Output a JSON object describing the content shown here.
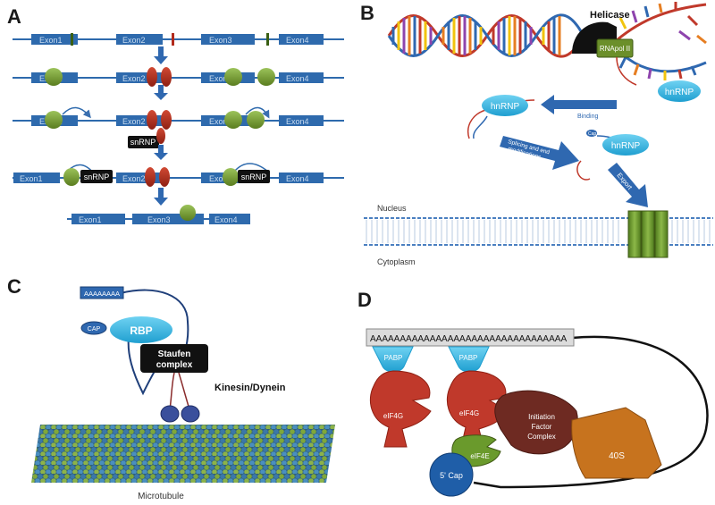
{
  "panels": {
    "a": {
      "letter": "A",
      "rows": [
        {
          "labels": [
            "Exon1",
            "Exon2",
            "Exon3",
            "Exon4"
          ]
        },
        {
          "labels": [
            "Exon1",
            "Exon2",
            "Exon3",
            "Exon4"
          ]
        },
        {
          "labels": [
            "Exon1",
            "Exon2",
            "Exon3",
            "Exon4"
          ]
        },
        {
          "labels": [
            "Exon1",
            "Exon2",
            "Exon3",
            "Exon4"
          ]
        },
        {
          "labels": [
            "Exon1",
            "Exon3",
            "Exon4"
          ]
        }
      ],
      "snrnp": "snRNP"
    },
    "b": {
      "letter": "B",
      "helicase": "Helicase",
      "rnapol": "RNApol II",
      "hnrnp": "hnRNP",
      "binding": "Binding",
      "splicing_line1": "Splicing and end",
      "splicing_line2": "modifications",
      "cap": "Cap",
      "export": "Export",
      "nucleus": "Nucleus",
      "cytoplasm": "Cytoplasm"
    },
    "c": {
      "letter": "C",
      "polya": "AAAAAAAA",
      "cap": "CAP",
      "rbp": "RBP",
      "staufen_line1": "Staufen",
      "staufen_line2": "complex",
      "motor": "Kinesin/Dynein",
      "microtubule": "Microtubule"
    },
    "d": {
      "letter": "D",
      "polya": "AAAAAAAAAAAAAAAAAAAAAAAAAAAAAAAAA",
      "pabp": "PABP",
      "eif4g": "eIF4G",
      "eif4e": "eIF4E",
      "ifc_line1": "Initiation",
      "ifc_line2": "Factor",
      "ifc_line3": "Complex",
      "ribosome": "40S",
      "cap": "5' Cap"
    }
  },
  "colors": {
    "exon_line": "#2e6aad",
    "nucleosome_green": "#6f9a2c",
    "splice_red": "#b22a1c",
    "hnrnp_cyan": "#33b6e0",
    "arrow_blue": "#2f68b0",
    "membrane": "#4a7fc0",
    "pore_green": "#6b9a2e",
    "rbp_cyan": "#3bb6e2",
    "staufen_black": "#111111",
    "motor_blue": "#3a4f9c",
    "eif4g_red": "#c0392b",
    "eif4e_green": "#6a9a2c",
    "ifc_maroon": "#6e2a22",
    "ribosome_orange": "#c7731e",
    "cap_blue": "#1f5ea8"
  }
}
